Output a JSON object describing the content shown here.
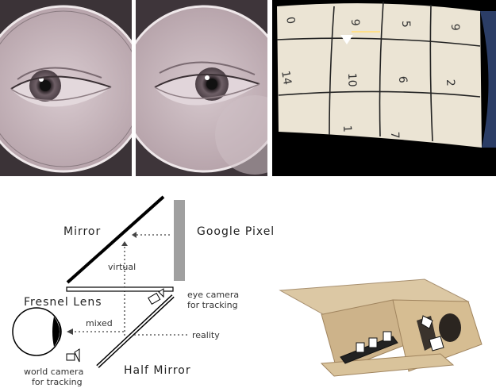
{
  "photos": {
    "left_eye": {
      "icon": "eye-photo"
    },
    "right_eye": {
      "icon": "eye-photo"
    },
    "screen_view": {
      "icon": "distorted-grid-photo",
      "numbers": [
        "0",
        "9",
        "5",
        "9",
        "14",
        "10",
        "6",
        "2",
        "1",
        "7"
      ]
    }
  },
  "diagram": {
    "mirror_label": "Mirror",
    "phone_label": "Google Pixel",
    "virtual_label": "virtual",
    "fresnel_label": "Fresnel Lens",
    "eye_camera_label_1": "eye camera",
    "eye_camera_label_2": "for tracking",
    "mixed_label": "mixed",
    "reality_label": "reality",
    "half_mirror_label": "Half Mirror",
    "world_camera_label_1": "world camera",
    "world_camera_label_2": "for tracking"
  },
  "render": {
    "icon": "headset-3d-render"
  },
  "colors": {
    "photo_bg": "#c7b5bb",
    "screen_bg": "#ebe4d4",
    "device": "#d4bd97",
    "phone": "#a0a0a0",
    "line": "#000000",
    "dotted": "#444444"
  }
}
